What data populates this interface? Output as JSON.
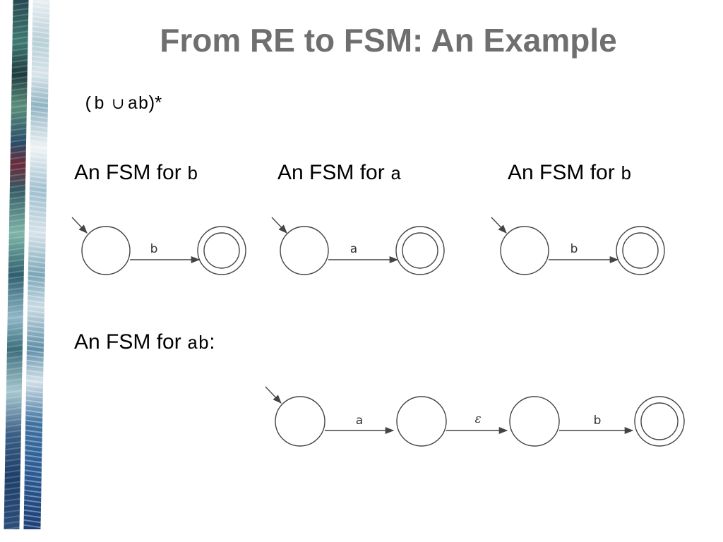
{
  "slide": {
    "title": "From RE to FSM: An Example",
    "regex": {
      "open": "(b",
      "union_symbol": "∪",
      "mid": "ab",
      "close": ")*"
    },
    "headings": [
      {
        "prefix": "An FSM for ",
        "symbol": "b",
        "suffix": ""
      },
      {
        "prefix": "An FSM for ",
        "symbol": "a",
        "suffix": ""
      },
      {
        "prefix": "An FSM for ",
        "symbol": "b",
        "suffix": ""
      },
      {
        "prefix": "An FSM for ",
        "symbol": "ab",
        "suffix": ":"
      }
    ],
    "machines": {
      "fsm_b_1": {
        "transition_label": "b"
      },
      "fsm_a": {
        "transition_label": "a"
      },
      "fsm_b_2": {
        "transition_label": "b"
      },
      "fsm_ab": {
        "transition_labels": [
          "a",
          "ε",
          "b"
        ]
      }
    }
  }
}
